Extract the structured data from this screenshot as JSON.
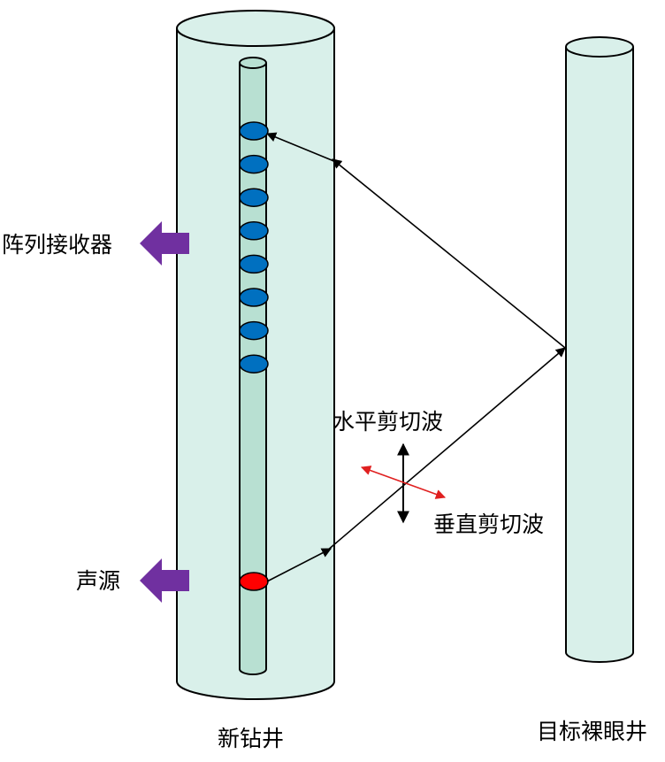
{
  "labels": {
    "array_receiver": "阵列接收器",
    "sound_source": "声源",
    "horizontal_shear_wave": "水平剪切波",
    "vertical_shear_wave": "垂直剪切波",
    "new_well": "新钻井",
    "target_well": "目标裸眼井"
  },
  "receiver_count": 8,
  "colors": {
    "well_fill": "#d9f0ea",
    "tool_fill": "#b8e0d2",
    "outline": "#000000",
    "receiver": "#0070c0",
    "source": "#ff0000",
    "pointer_arrow": "#7030a0",
    "vertical_shear": "#e02020",
    "horizontal_shear": "#000000"
  }
}
